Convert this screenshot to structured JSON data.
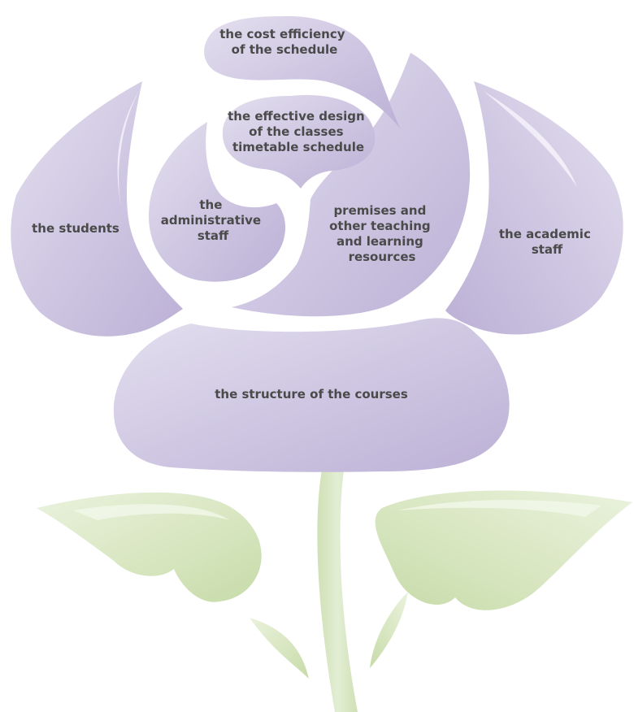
{
  "colors": {
    "petal_fill": "#c9c1df",
    "petal_light": "#e7e3f1",
    "petal_edge": "#b9aed3",
    "leaf_fill": "#d5e4bd",
    "leaf_light": "#eef4e4",
    "text": "#4a4a4a"
  },
  "petals": {
    "cost_efficiency": [
      "the cost efficiency",
      "of the schedule"
    ],
    "effective_design": [
      "the effective design",
      "of the classes",
      "timetable schedule"
    ],
    "administrative_staff": [
      "the",
      "administrative",
      "staff"
    ],
    "premises": [
      "premises and",
      "other teaching",
      "and learning",
      "resources"
    ],
    "students": [
      "the students"
    ],
    "academic_staff": [
      "the academic",
      "staff"
    ],
    "structure": [
      "the structure of the courses"
    ]
  }
}
